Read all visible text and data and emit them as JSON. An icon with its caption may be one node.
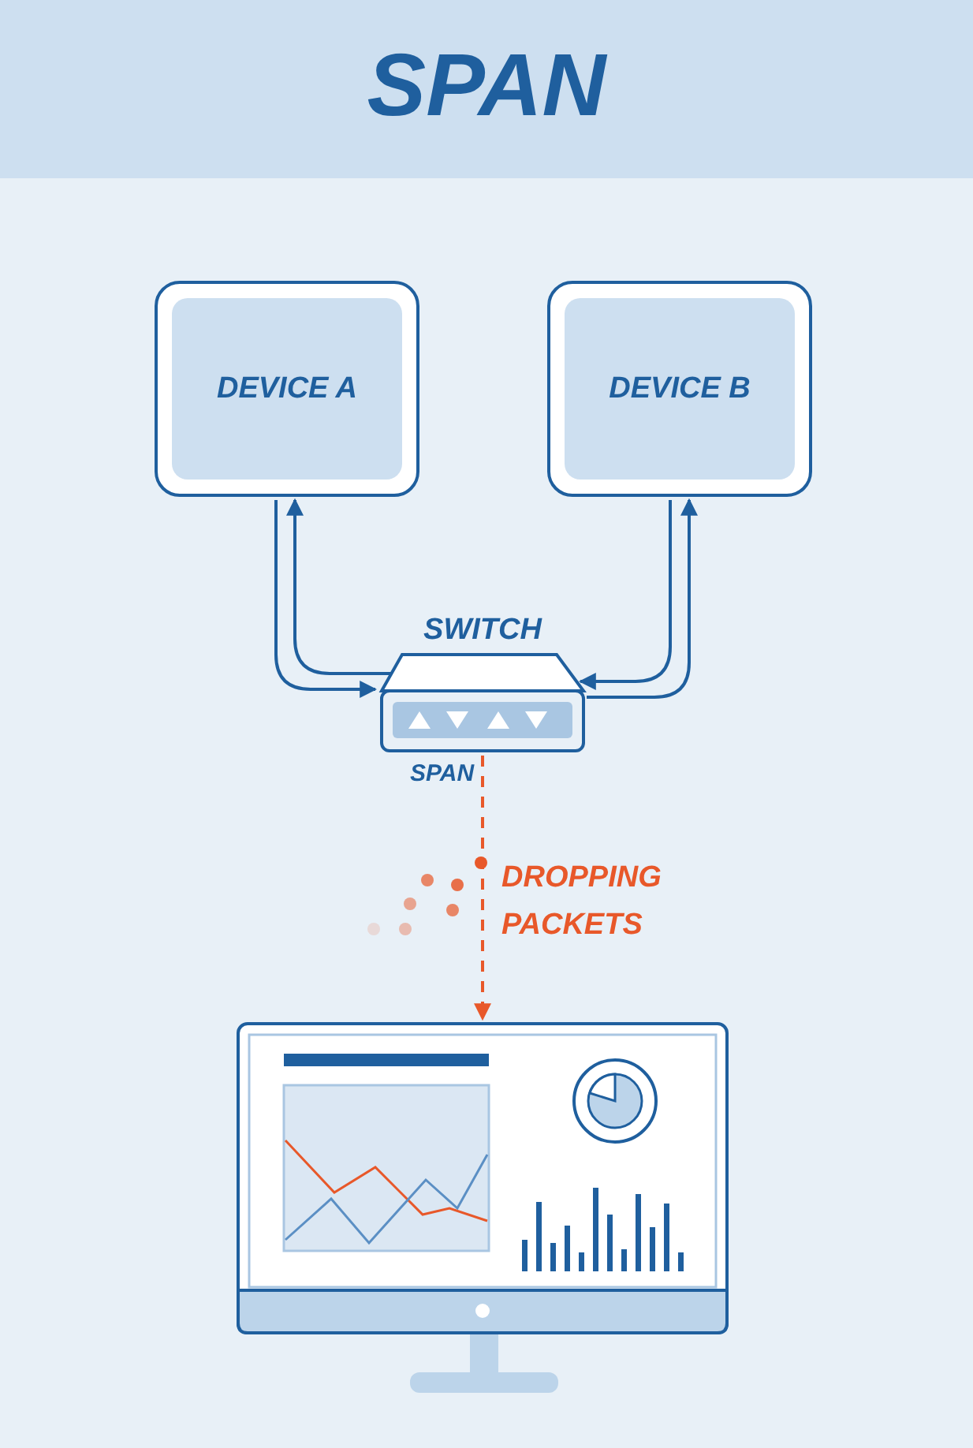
{
  "diagram": {
    "title": "SPAN",
    "nodes": [
      {
        "text": [
          "DEVICE A"
        ]
      },
      {
        "text": [
          "DEVICE B"
        ]
      },
      {
        "text": [
          "SWITCH"
        ],
        "beside": [
          "SPAN"
        ]
      },
      {
        "text": [],
        "shape": "monitor"
      }
    ],
    "edges": [
      {
        "from": 0,
        "to": 2,
        "arrow": "to"
      },
      {
        "from": 2,
        "to": 0,
        "arrow": "to"
      },
      {
        "from": 1,
        "to": 2,
        "arrow": "to"
      },
      {
        "from": 2,
        "to": 1,
        "arrow": "to"
      },
      {
        "from": 2,
        "to": 3,
        "arrow": "to",
        "style": "dashed",
        "color": "#e8582a",
        "label": "DROPPING PACKETS"
      }
    ]
  }
}
